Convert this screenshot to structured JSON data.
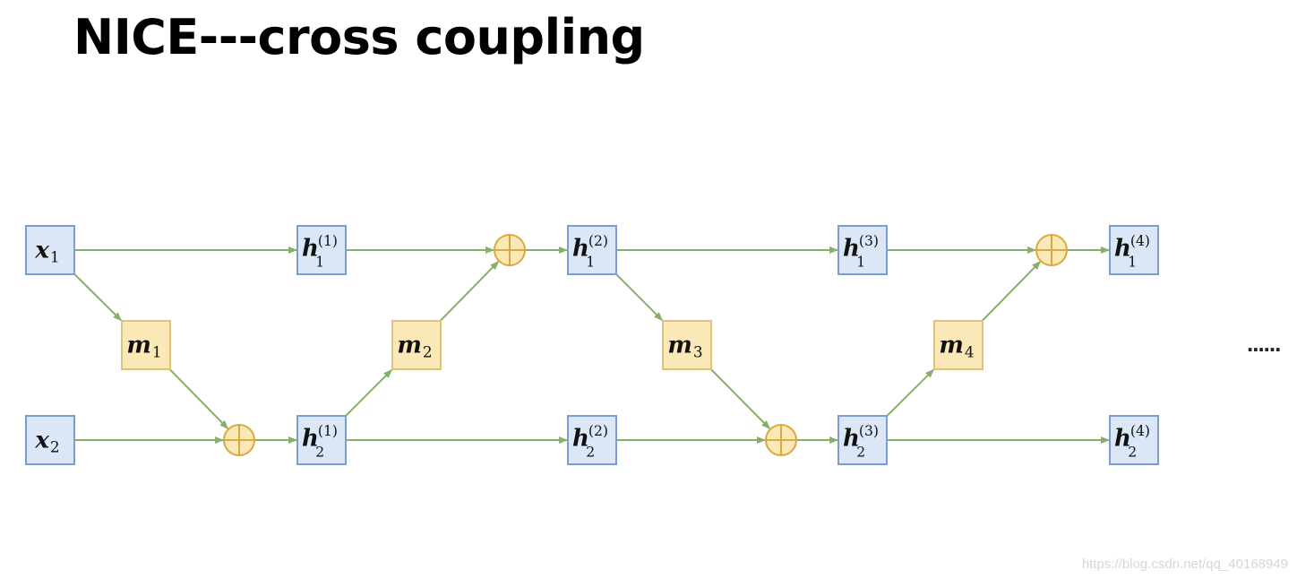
{
  "title": "NICE---cross coupling",
  "ellipsis": "......",
  "watermark": "https://blog.csdn.net/qq_40168949",
  "colors": {
    "input_box_fill": "#dbe6f7",
    "input_box_stroke": "#7d9dd1",
    "m_box_fill": "#fbe8b7",
    "m_box_stroke": "#e0c27a",
    "add_fill": "#fbe8b7",
    "add_stroke": "#d9a93f",
    "arrow": "#86b06a"
  },
  "nodes": [
    {
      "id": "x1",
      "base": "x",
      "sub": "1",
      "sup": ""
    },
    {
      "id": "x2",
      "base": "x",
      "sub": "2",
      "sup": ""
    },
    {
      "id": "h1_1",
      "base": "h",
      "sub": "1",
      "sup": "(1)"
    },
    {
      "id": "h2_1",
      "base": "h",
      "sub": "2",
      "sup": "(1)"
    },
    {
      "id": "h1_2",
      "base": "h",
      "sub": "1",
      "sup": "(2)"
    },
    {
      "id": "h2_2",
      "base": "h",
      "sub": "2",
      "sup": "(2)"
    },
    {
      "id": "h1_3",
      "base": "h",
      "sub": "1",
      "sup": "(3)"
    },
    {
      "id": "h2_3",
      "base": "h",
      "sub": "2",
      "sup": "(3)"
    },
    {
      "id": "h1_4",
      "base": "h",
      "sub": "1",
      "sup": "(4)"
    },
    {
      "id": "h2_4",
      "base": "h",
      "sub": "2",
      "sup": "(4)"
    }
  ],
  "coupling_functions": [
    {
      "id": "m1",
      "base": "m",
      "sub": "1"
    },
    {
      "id": "m2",
      "base": "m",
      "sub": "2"
    },
    {
      "id": "m3",
      "base": "m",
      "sub": "3"
    },
    {
      "id": "m4",
      "base": "m",
      "sub": "4"
    }
  ],
  "adders": [
    {
      "id": "add1",
      "symbol": "⊕"
    },
    {
      "id": "add2",
      "symbol": "⊕"
    },
    {
      "id": "add3",
      "symbol": "⊕"
    },
    {
      "id": "add4",
      "symbol": "⊕"
    }
  ]
}
